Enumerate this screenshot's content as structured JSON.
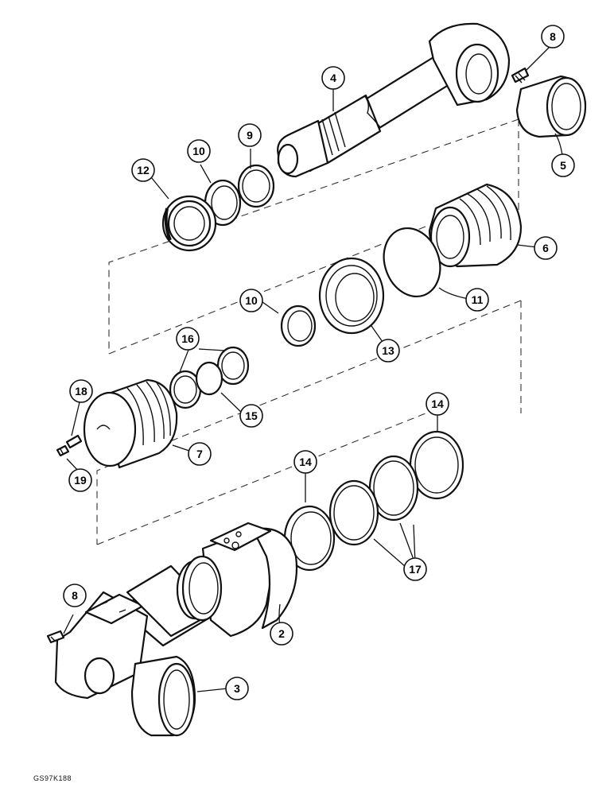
{
  "figure": {
    "id": "GS97K188"
  },
  "callouts": [
    {
      "label": "2",
      "part": "cylinder-barrel"
    },
    {
      "label": "3",
      "part": "bushing-base"
    },
    {
      "label": "4",
      "part": "piston-rod"
    },
    {
      "label": "5",
      "part": "bushing-rod-end"
    },
    {
      "label": "6",
      "part": "gland"
    },
    {
      "label": "7",
      "part": "piston"
    },
    {
      "label": "8",
      "part": "grease-fitting"
    },
    {
      "label": "8",
      "part": "grease-fitting"
    },
    {
      "label": "9",
      "part": "ring"
    },
    {
      "label": "10",
      "part": "ring"
    },
    {
      "label": "10",
      "part": "ring"
    },
    {
      "label": "11",
      "part": "o-ring"
    },
    {
      "label": "12",
      "part": "seal"
    },
    {
      "label": "13",
      "part": "seal"
    },
    {
      "label": "14",
      "part": "ring"
    },
    {
      "label": "14",
      "part": "ring"
    },
    {
      "label": "15",
      "part": "o-ring"
    },
    {
      "label": "16",
      "part": "rings"
    },
    {
      "label": "17",
      "part": "rings"
    },
    {
      "label": "18",
      "part": "pin"
    },
    {
      "label": "19",
      "part": "set-screw"
    }
  ]
}
